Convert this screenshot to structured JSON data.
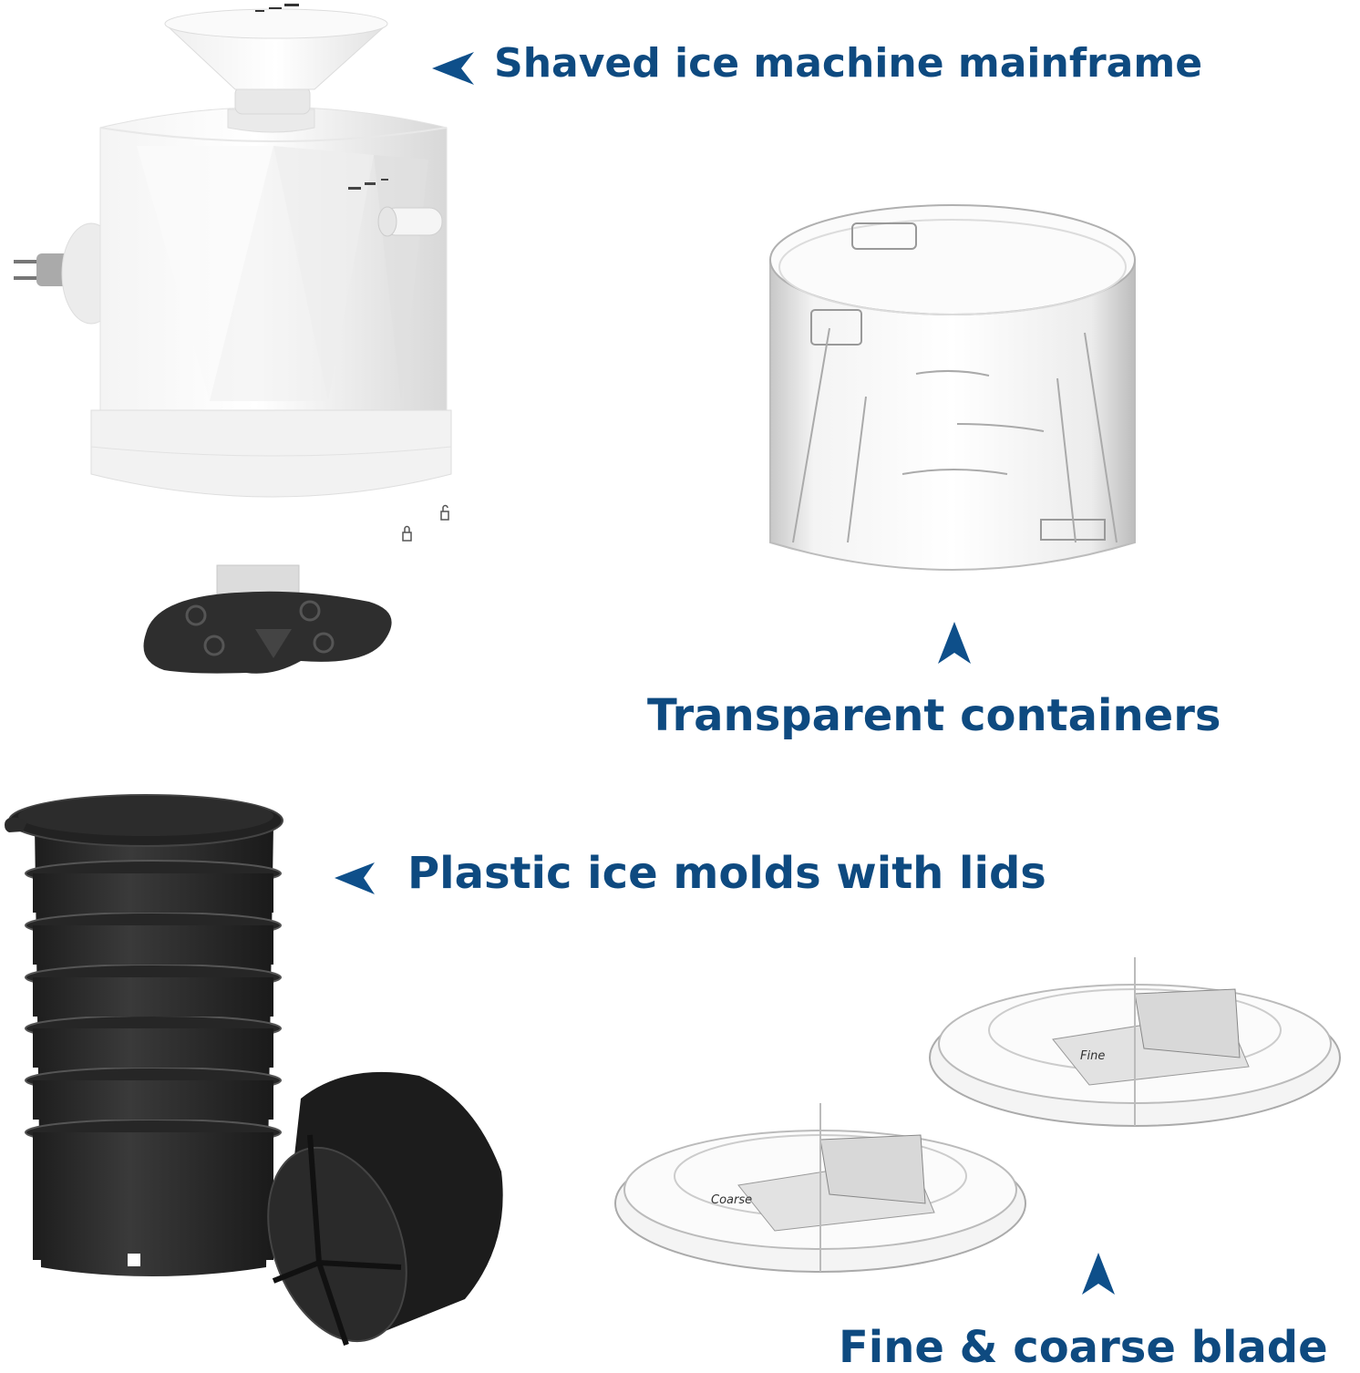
{
  "theme": {
    "label_color": "#0e4a80",
    "arrow_color": "#0e4f8a",
    "background": "#ffffff"
  },
  "callouts": [
    {
      "id": "mainframe",
      "text": "Shaved ice machine mainframe",
      "arrow": "left-pointer"
    },
    {
      "id": "containers",
      "text": "Transparent containers",
      "arrow": "up-pointer"
    },
    {
      "id": "molds",
      "text": "Plastic ice molds with lids",
      "arrow": "left-pointer"
    },
    {
      "id": "blades",
      "text": "Fine & coarse blade",
      "arrow": "up-pointer"
    }
  ],
  "products": {
    "mainframe": {
      "name": "Shaved ice machine mainframe",
      "color": "white",
      "icons": [
        "lock-icon",
        "unlock-icon"
      ]
    },
    "container": {
      "name": "Transparent container",
      "color": "clear"
    },
    "molds": {
      "name": "Plastic ice molds",
      "count_stacked": 7,
      "count_loose": 1,
      "color": "black"
    },
    "blades": [
      {
        "name": "Fine blade",
        "engraved_label": "Fine"
      },
      {
        "name": "Coarse blade",
        "engraved_label": "Coarse"
      }
    ]
  }
}
